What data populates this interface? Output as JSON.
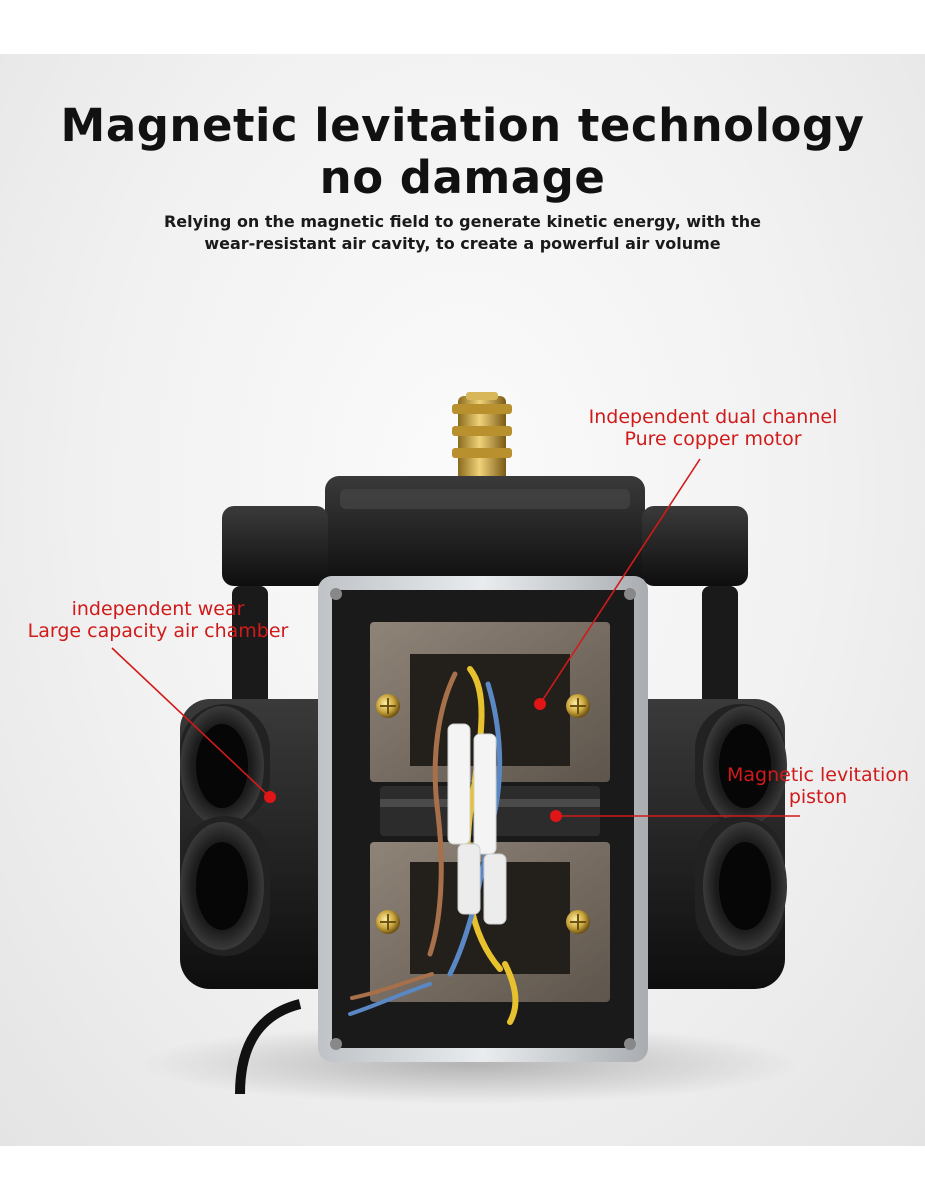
{
  "headline": {
    "line1": "Magnetic levitation technology",
    "line2": "no damage"
  },
  "subtitle": {
    "line1": "Relying on the magnetic field to generate kinetic energy, with the",
    "line2": "wear-resistant air cavity, to create a powerful air volume"
  },
  "callouts": {
    "motor": {
      "line1": "Independent dual channel",
      "line2": "Pure copper motor"
    },
    "chamber": {
      "line1": "independent wear",
      "line2": "Large capacity air chamber"
    },
    "piston": {
      "line1": "Magnetic levitation",
      "line2": "piston"
    }
  },
  "colors": {
    "callout": "#d11a1a",
    "headline": "#111111",
    "background": "#f1f1f1"
  }
}
